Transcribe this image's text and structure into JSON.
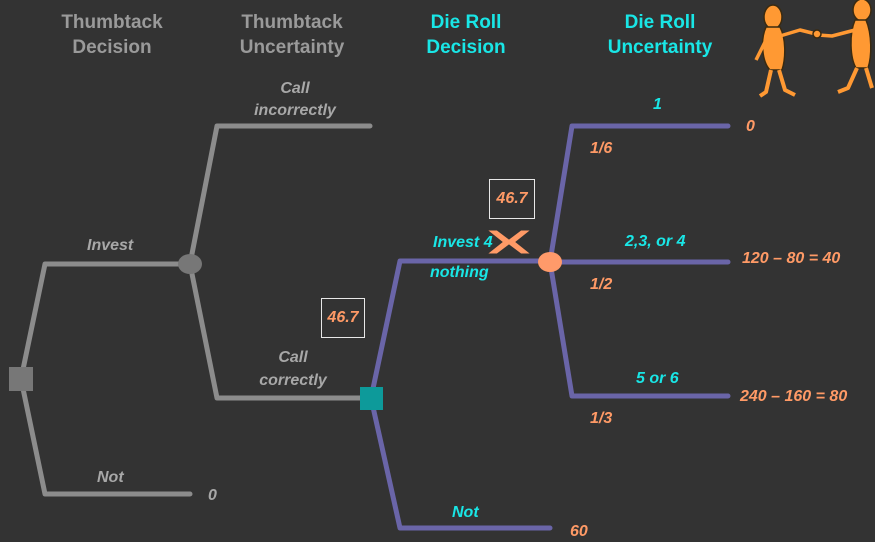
{
  "headers": {
    "thumbtack_decision": [
      "Thumbtack",
      "Decision"
    ],
    "thumbtack_uncertainty": [
      "Thumbtack",
      "Uncertainty"
    ],
    "die_decision": [
      "Die Roll",
      "Decision"
    ],
    "die_uncertainty": [
      "Die Roll",
      "Uncertainty"
    ]
  },
  "thumbtack": {
    "invest_label": "Invest",
    "not_label": "Not",
    "not_payoff": "0",
    "call_incorrectly": [
      "Call",
      "incorrectly"
    ],
    "call_correctly": [
      "Call",
      "correctly"
    ],
    "ev_box": "46.7"
  },
  "die": {
    "ev_box": "46.7",
    "invest_label": "Invest 4",
    "nothing_label": "nothing",
    "not_label": "Not",
    "not_payoff": "60",
    "outcomes": [
      {
        "label": "1",
        "prob": "1/6",
        "payoff": "0"
      },
      {
        "label": "2,3, or 4",
        "prob": "1/2",
        "payoff": "120 – 80 = 40"
      },
      {
        "label": "5 or 6",
        "prob": "1/3",
        "payoff": "240 – 160 = 80"
      }
    ]
  },
  "colors": {
    "background": "#333333",
    "gray_branch": "#8c8c8c",
    "purple_branch": "#6a65a8",
    "cyan_text": "#19e6e6",
    "orange_text": "#ff9a66",
    "teal_node": "#0d9a9a",
    "chance_node_orange": "#ff9a6a"
  },
  "icons": [
    "cross-out-icon",
    "handshake-figures-icon"
  ]
}
